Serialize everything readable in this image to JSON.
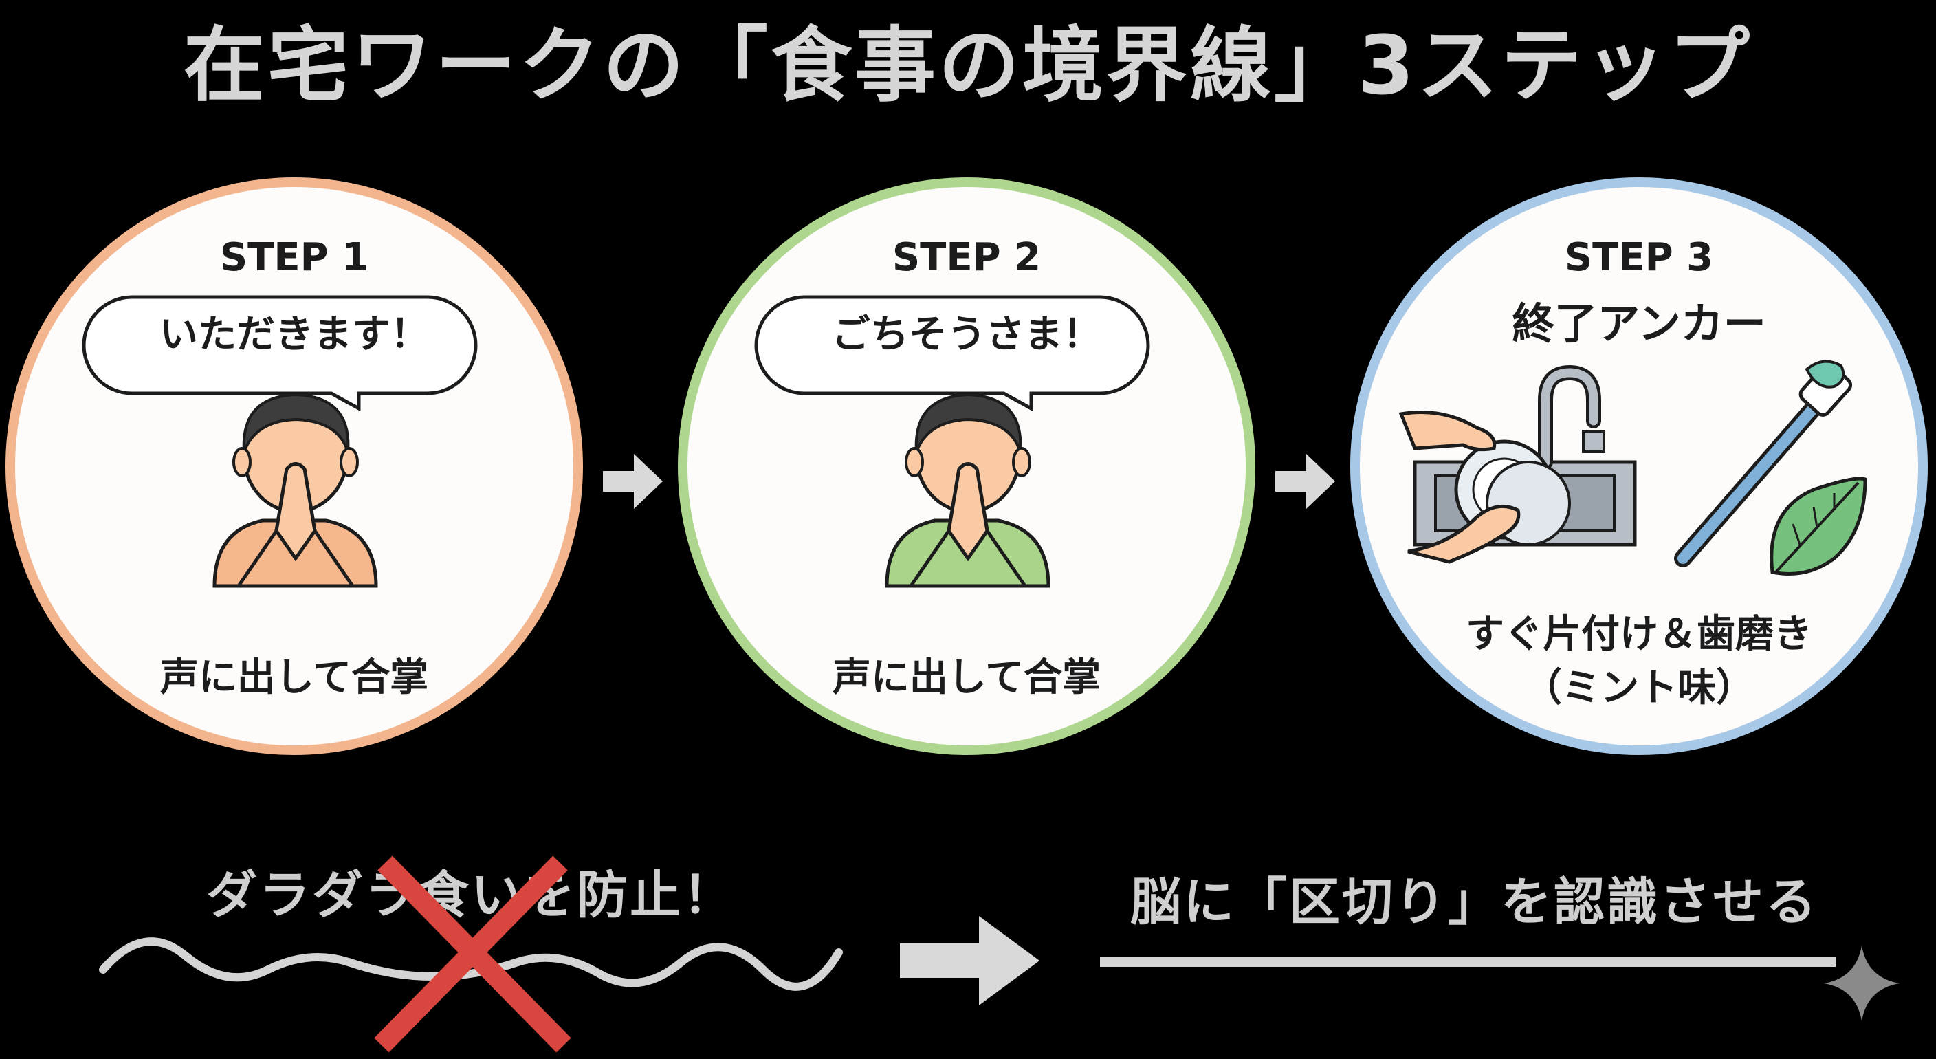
{
  "title": "在宅ワークの「食事の境界線」3ステップ",
  "steps": [
    {
      "label": "STEP 1",
      "bubble": "いただきます！",
      "caption": "声に出して合掌",
      "border_color": "#f2b58e",
      "shirt_color": "#f6b78c"
    },
    {
      "label": "STEP 2",
      "bubble": "ごちそうさま！",
      "caption": "声に出して合掌",
      "border_color": "#aed68e",
      "shirt_color": "#a9d48a"
    },
    {
      "label": "STEP 3",
      "subtitle": "終了アンカー",
      "caption_line1": "すぐ片付け＆歯磨き",
      "caption_line2": "（ミント味）",
      "border_color": "#a7c8e6"
    }
  ],
  "bottom": {
    "left_text": "ダラダラ食いを防止！",
    "right_text": "脳に「区切り」を認識させる"
  },
  "icons": [
    "right-arrow-icon",
    "praying-person-icon",
    "speech-bubble-icon",
    "dish-washing-icon",
    "toothbrush-icon",
    "mint-leaf-icon",
    "wavy-line-icon",
    "red-cross-icon",
    "sparkle-icon"
  ]
}
